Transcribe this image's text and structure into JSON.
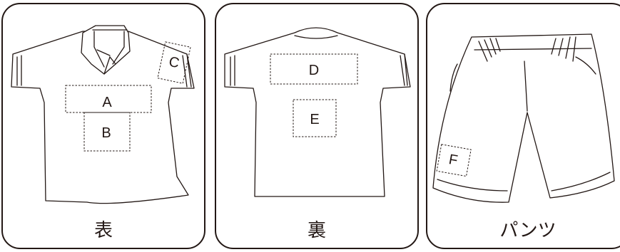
{
  "panels": [
    {
      "label": "表",
      "zones": [
        "A",
        "B",
        "C"
      ]
    },
    {
      "label": "裏",
      "zones": [
        "D",
        "E"
      ]
    },
    {
      "label": "パンツ",
      "zones": [
        "F"
      ]
    }
  ],
  "colors": {
    "line": "#231815",
    "background": "#ffffff"
  }
}
